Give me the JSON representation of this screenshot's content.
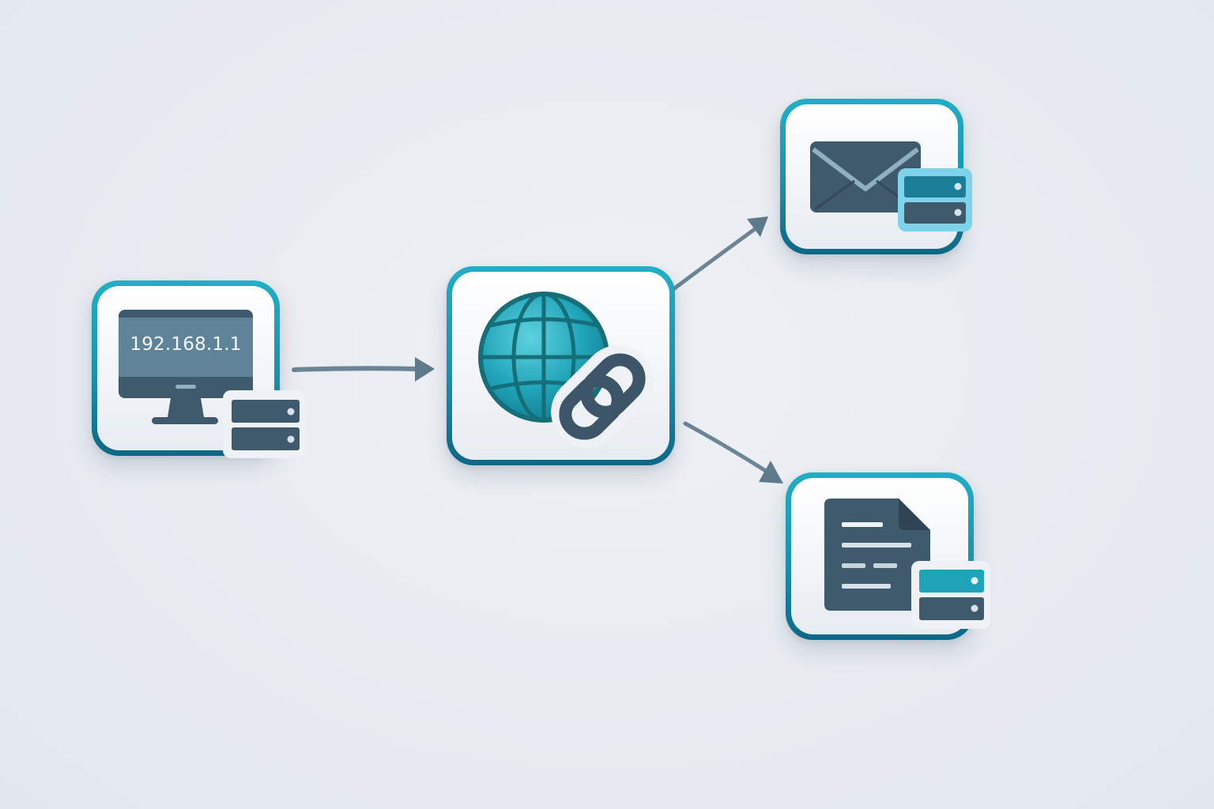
{
  "diagram": {
    "title": "",
    "nodes": [
      {
        "id": "client",
        "icon": "desktop-monitor-icon",
        "badge": "server-stack-icon",
        "label": "192.168.1.1"
      },
      {
        "id": "gateway",
        "icon": "globe-icon",
        "badge": "link-chain-icon",
        "label": ""
      },
      {
        "id": "mail",
        "icon": "envelope-icon",
        "badge": "server-stack-icon",
        "label": ""
      },
      {
        "id": "file",
        "icon": "document-icon",
        "badge": "server-stack-icon",
        "label": ""
      }
    ],
    "edges": [
      {
        "from": "client",
        "to": "gateway"
      },
      {
        "from": "gateway",
        "to": "mail"
      },
      {
        "from": "gateway",
        "to": "file"
      }
    ]
  },
  "colors": {
    "background": "#e8ecf1",
    "node_border_top": "#21afc6",
    "node_border_bottom": "#0d6785",
    "icon_dark": "#3d5568",
    "accent_teal": "#1fa3b8",
    "arrow": "#6b8496"
  }
}
